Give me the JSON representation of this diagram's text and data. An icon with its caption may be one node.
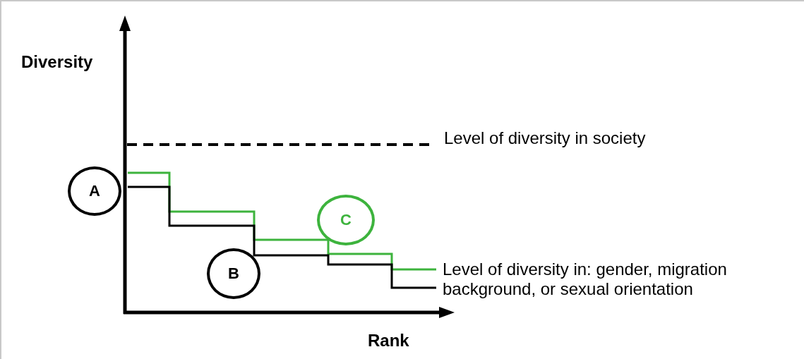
{
  "diagram": {
    "nodes": [
      {
        "text": [
          "A"
        ]
      },
      {
        "text": [
          "C"
        ]
      },
      {
        "text": [
          "B"
        ]
      }
    ],
    "labels": [
      "Diversity",
      "Level of diversity in society",
      "Level of diversity in: gender, migration background, or sexual orientation",
      "Rank"
    ]
  }
}
